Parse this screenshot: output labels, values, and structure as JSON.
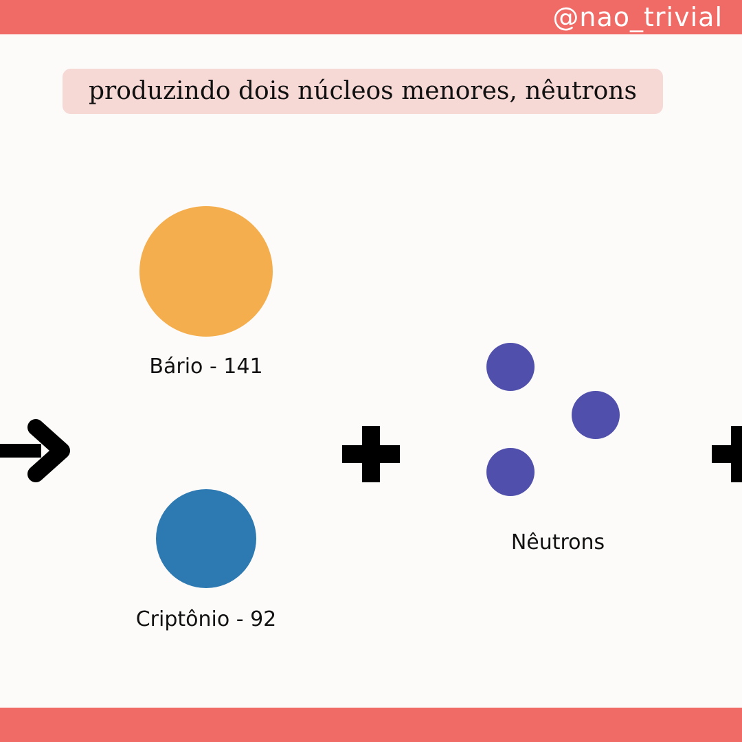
{
  "header": {
    "handle": "@nao_trivial"
  },
  "title": "produzindo dois núcleos menores, nêutrons",
  "diagram": {
    "products": [
      {
        "label": "Bário - 141",
        "color": "#f4ae4d"
      },
      {
        "label": "Criptônio - 92",
        "color": "#2d79b1"
      }
    ],
    "neutrons": {
      "label": "Nêutrons",
      "count": 3,
      "color": "#5050ac"
    },
    "symbols": [
      "arrow-right-icon",
      "plus-icon",
      "plus-icon"
    ]
  },
  "colors": {
    "bar": "#f06b66",
    "title_box": "#f6d8d5",
    "background": "#fdfbf9"
  }
}
